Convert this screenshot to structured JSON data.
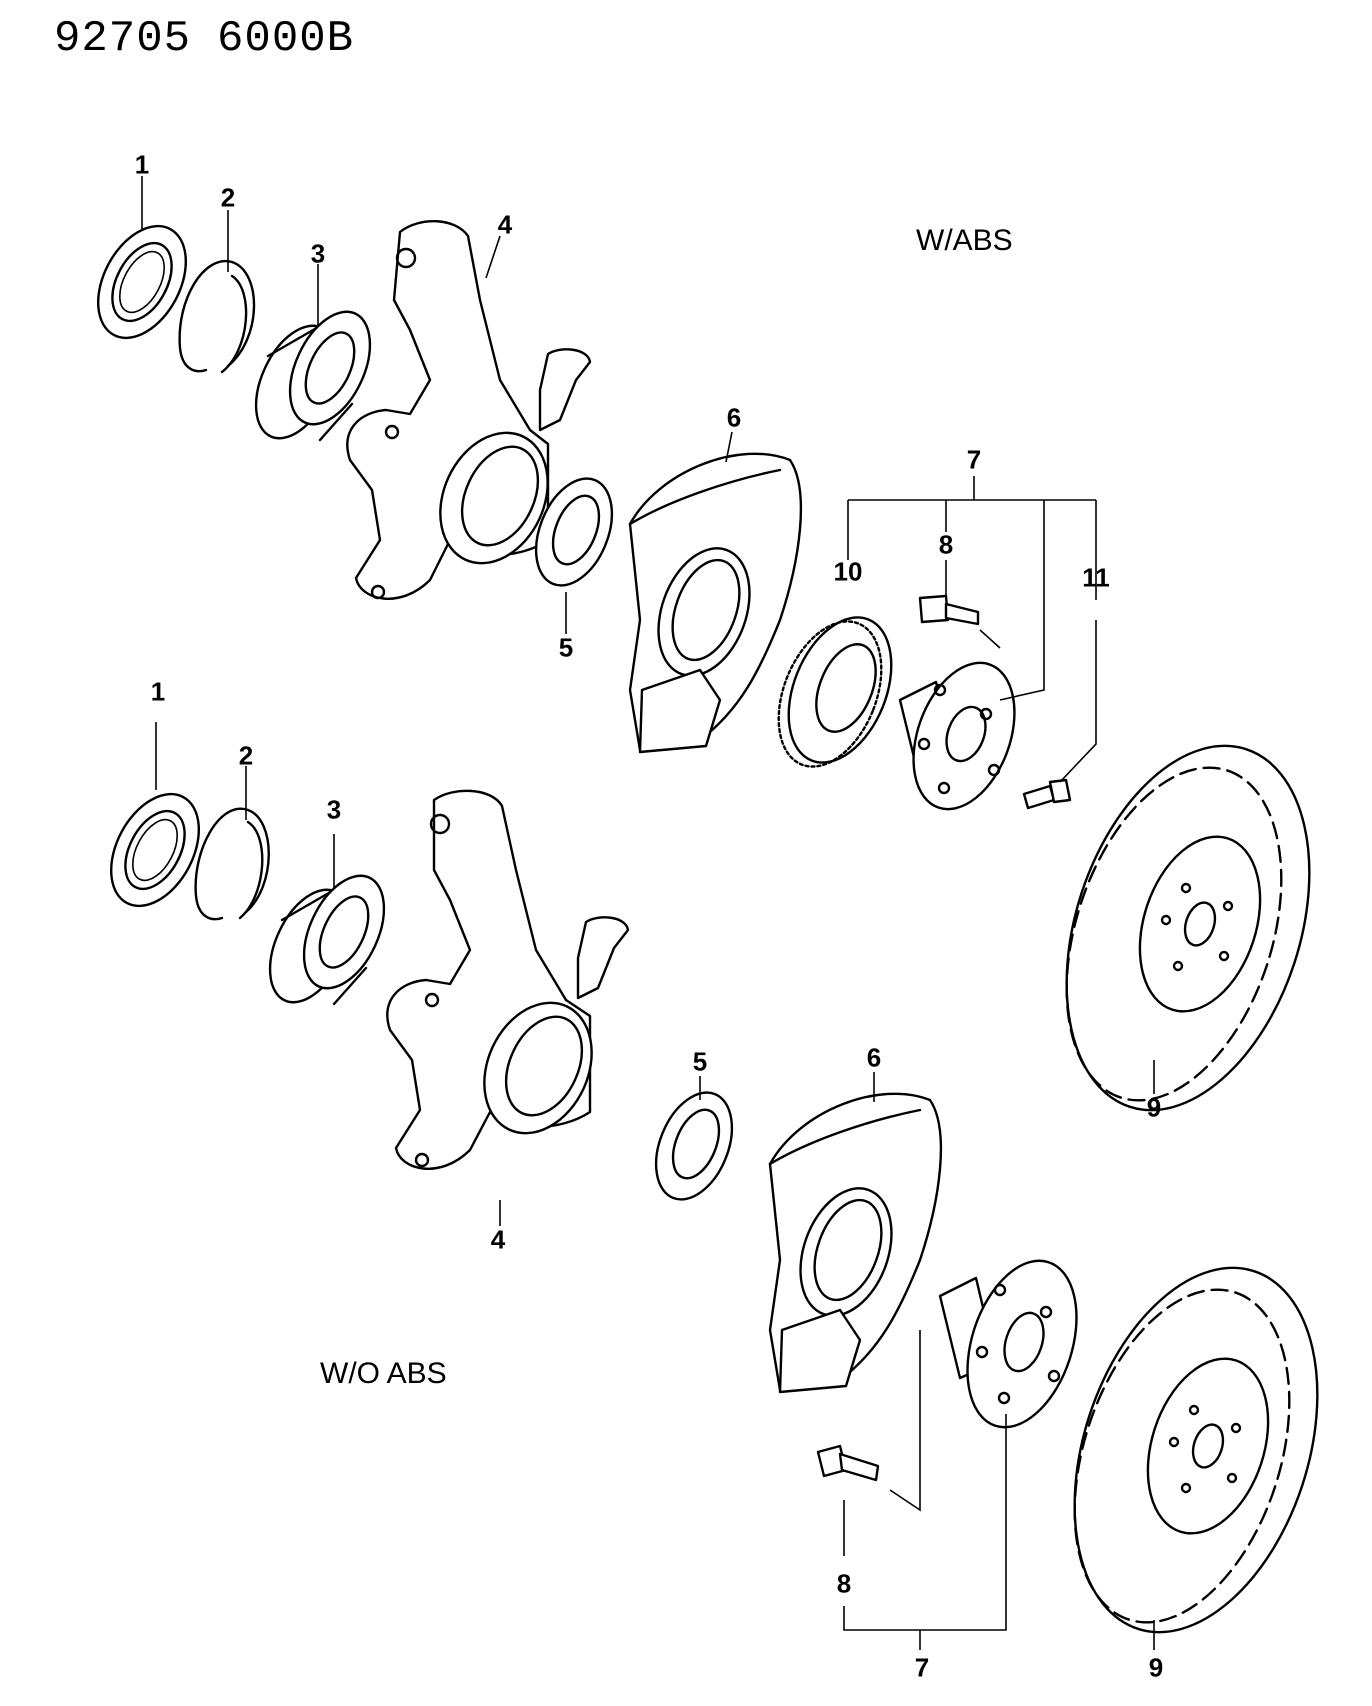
{
  "header": {
    "drawing_number": "92705",
    "sheet_code": "6000B"
  },
  "variants": {
    "with_abs": "W/ABS",
    "without_abs": "W/O ABS"
  },
  "callouts": {
    "abs": {
      "c1": "1",
      "c2": "2",
      "c3": "3",
      "c4": "4",
      "c5": "5",
      "c6": "6",
      "c7": "7",
      "c8": "8",
      "c9": "9",
      "c10": "10",
      "c11": "11"
    },
    "noabs": {
      "c1": "1",
      "c2": "2",
      "c3": "3",
      "c4": "4",
      "c5": "5",
      "c6": "6",
      "c7": "7",
      "c8": "8",
      "c9": "9"
    }
  }
}
